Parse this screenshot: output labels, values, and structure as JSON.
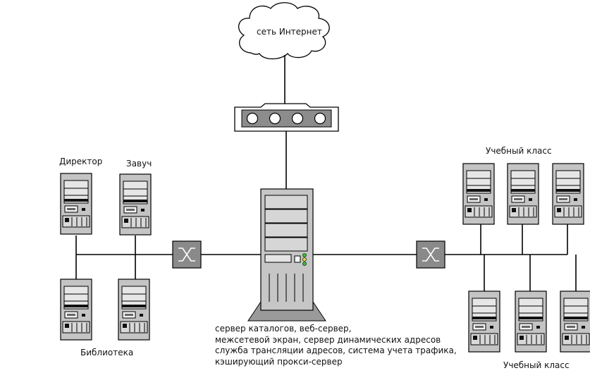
{
  "diagram": {
    "internet_label": "сеть Интернет",
    "groups": {
      "director": "Директор",
      "deputy": "Завуч",
      "library": "Библиотека",
      "classroom_top": "Учебный класс",
      "classroom_bottom": "Учебный класс"
    },
    "server_description": [
      "сервер каталогов, веб-сервер,",
      "межсетевой экран, сервер динамических адресов",
      "служба трансляции адресов, система учета трафика,",
      "кэширующий прокси-сервер"
    ]
  }
}
